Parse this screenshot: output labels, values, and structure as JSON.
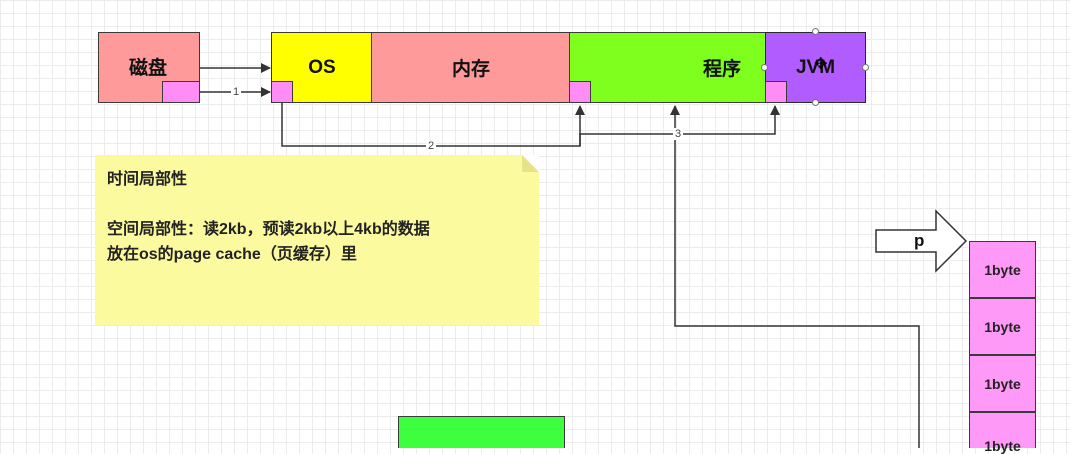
{
  "memory_bar": {
    "disk_label": "磁盘",
    "os_label": "OS",
    "memory_label": "内存",
    "program_label": "程序",
    "jvm_label": "JVM"
  },
  "edge_labels": [
    "1",
    "2",
    "3"
  ],
  "note": {
    "title": "时间局部性",
    "line2": "空间局部性：读2kb，预读2kb以上4kb的数据",
    "line3": "放在os的page cache（页缓存）里"
  },
  "pointer_label": "p",
  "byte_cells": [
    "1byte",
    "1byte",
    "1byte",
    "1byte"
  ],
  "colors": {
    "disk": "#ff9a9a",
    "os": "#ffff00",
    "memory": "#ff9a9a",
    "program": "#7fff1e",
    "jvm": "#b05cff",
    "page": "#ff8df5",
    "note": "#fbfa9f",
    "bottom_block": "#3dff3d"
  }
}
